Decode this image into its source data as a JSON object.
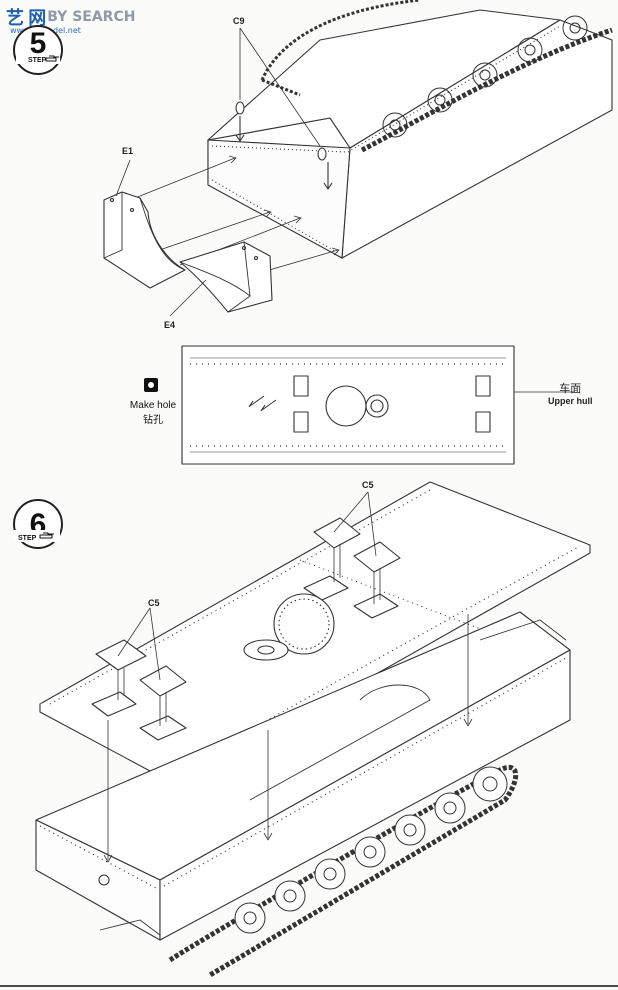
{
  "watermark": {
    "cn": "艺 网",
    "en": "BY SEARCH",
    "site": "www.xsmodel.net"
  },
  "step5": {
    "number": "5",
    "word": "STEP",
    "icon": "tank-icon"
  },
  "step6": {
    "number": "6",
    "word": "STEP",
    "icon": "tank-icon"
  },
  "labels": {
    "c9": "C9",
    "e1": "E1",
    "e4": "E4",
    "c5_top": "C5",
    "c5_left": "C5"
  },
  "make_hole": {
    "en": "Make hole",
    "cn": "钻孔",
    "icon": "drill-icon"
  },
  "upper_hull": {
    "cn": "车面",
    "en": "Upper hull"
  }
}
